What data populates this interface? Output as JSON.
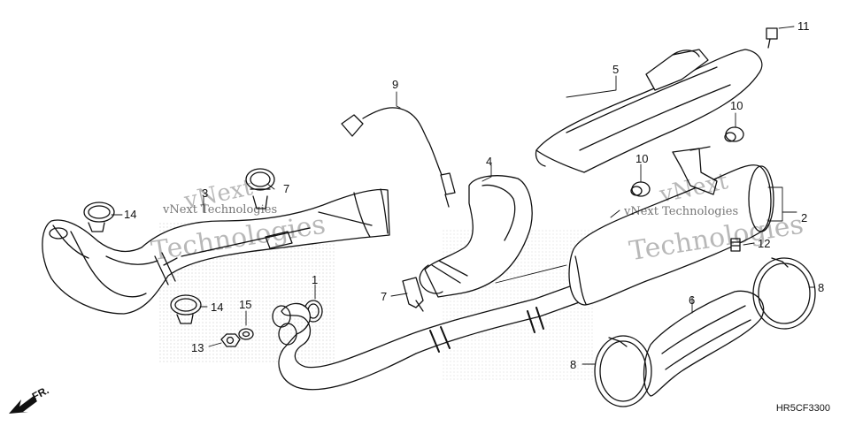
{
  "diagram": {
    "code": "HR5CF3300",
    "direction_label": "FR.",
    "callouts": {
      "c1": "1",
      "c2": "2",
      "c3": "3",
      "c4": "4",
      "c5": "5",
      "c6": "6",
      "c7a": "7",
      "c7b": "7",
      "c8a": "8",
      "c8b": "8",
      "c9": "9",
      "c10a": "10",
      "c10b": "10",
      "c11": "11",
      "c12": "12",
      "c13": "13",
      "c14a": "14",
      "c14b": "14",
      "c15": "15"
    },
    "watermarks": {
      "w1": "vNext Technologies",
      "w2": "vNext Technologies",
      "w3": "Technologies",
      "w4": "Technologies",
      "w5": "vNext",
      "w6": "vNext"
    }
  }
}
